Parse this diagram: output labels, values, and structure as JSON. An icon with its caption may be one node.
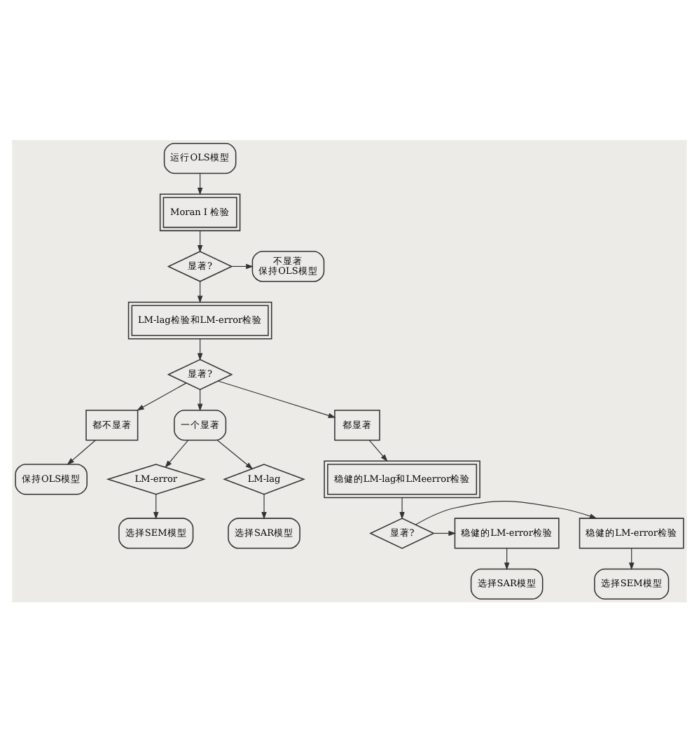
{
  "diagram": {
    "nodes": [
      {
        "text": [
          "运行OLS模型"
        ]
      },
      {
        "text": [
          "Moran I 检验"
        ]
      },
      {
        "text": [
          "显著?"
        ]
      },
      {
        "text": [
          "不显著",
          "保持OLS模型"
        ]
      },
      {
        "text": [
          "LM-lag检验和LM-error检验"
        ]
      },
      {
        "text": [
          "显著?"
        ]
      },
      {
        "text": [
          "都不显著"
        ]
      },
      {
        "text": [
          "保持OLS模型"
        ]
      },
      {
        "text": [
          "一个显著"
        ]
      },
      {
        "text": [
          "LM-error"
        ]
      },
      {
        "text": [
          "LM-lag"
        ]
      },
      {
        "text": [
          "选择SEM模型"
        ]
      },
      {
        "text": [
          "选择SAR模型"
        ]
      },
      {
        "text": [
          "都显著"
        ]
      },
      {
        "text": [
          "稳健的LM-lag和LMeerror检验"
        ]
      },
      {
        "text": [
          "显著?"
        ]
      },
      {
        "text": [
          "稳健的LM-error检验"
        ]
      },
      {
        "text": [
          "稳健的LM-error检验"
        ]
      },
      {
        "text": [
          "选择SEM模型"
        ]
      },
      {
        "text": [
          "选择SAR模型"
        ]
      }
    ],
    "edges": [
      {
        "from": 0,
        "to": 1,
        "arrow": "to"
      },
      {
        "from": 1,
        "to": 2,
        "arrow": "to"
      },
      {
        "from": 2,
        "to": 3,
        "arrow": "to"
      },
      {
        "from": 2,
        "to": 4,
        "arrow": "to"
      },
      {
        "from": 4,
        "to": 5,
        "arrow": "to"
      },
      {
        "from": 5,
        "to": 6,
        "arrow": "to"
      },
      {
        "from": 6,
        "to": 7,
        "arrow": "to"
      },
      {
        "from": 5,
        "to": 8,
        "arrow": "to"
      },
      {
        "from": 8,
        "to": 9,
        "arrow": "to"
      },
      {
        "from": 8,
        "to": 10,
        "arrow": "to"
      },
      {
        "from": 9,
        "to": 11,
        "arrow": "to"
      },
      {
        "from": 10,
        "to": 12,
        "arrow": "to"
      },
      {
        "from": 5,
        "to": 13,
        "arrow": "to"
      },
      {
        "from": 13,
        "to": 14,
        "arrow": "to"
      },
      {
        "from": 14,
        "to": 15,
        "arrow": "to"
      },
      {
        "from": 15,
        "to": 16,
        "arrow": "to"
      },
      {
        "from": 15,
        "to": 17,
        "arrow": "to"
      },
      {
        "from": 16,
        "to": 18,
        "arrow": "to"
      },
      {
        "from": 17,
        "to": 19,
        "arrow": "to"
      }
    ]
  }
}
